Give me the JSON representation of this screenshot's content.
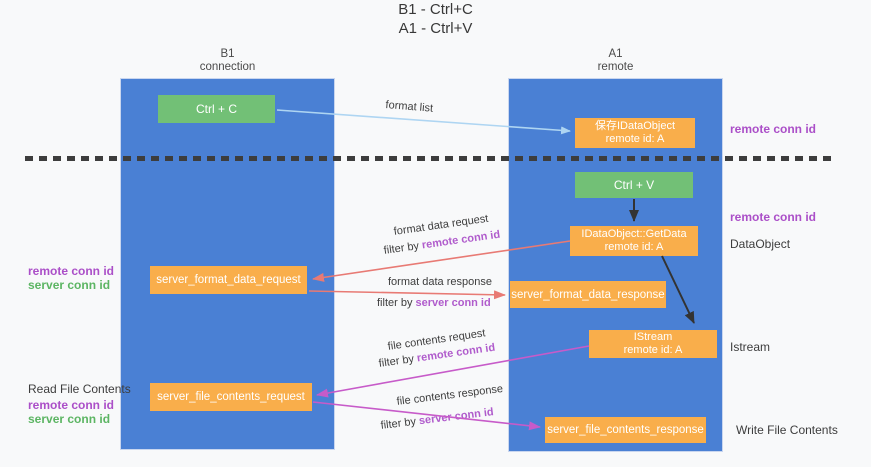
{
  "title": {
    "line1": "B1 - Ctrl+C",
    "line2": "A1 - Ctrl+V"
  },
  "lifelines": {
    "b1": {
      "name": "B1",
      "role": "connection"
    },
    "a1": {
      "name": "A1",
      "role": "remote"
    }
  },
  "nodes": {
    "ctrl_c": {
      "label": "Ctrl + C"
    },
    "ctrl_v": {
      "label": "Ctrl + V"
    },
    "save_idataobject": {
      "line1": "保存IDataObject",
      "line2": "remote id: A"
    },
    "getdata": {
      "line1": "IDataObject::GetData",
      "line2": "remote id: A"
    },
    "istream": {
      "line1": "IStream",
      "line2": "remote id: A"
    },
    "server_format_data_request": {
      "label": "server_format_data_request"
    },
    "server_format_data_response": {
      "label": "server_format_data_response"
    },
    "server_file_contents_request": {
      "label": "server_file_contents_request"
    },
    "server_file_contents_response": {
      "label": "server_file_contents_response"
    }
  },
  "right_labels": {
    "remote_conn_id_top": "remote conn id",
    "remote_conn_id_mid": "remote conn id",
    "dataobject": "DataObject",
    "istream": "Istream",
    "write_file_contents": "Write File Contents"
  },
  "left_labels": {
    "remote_conn_id_format": "remote conn id",
    "server_conn_id_format": "server conn id",
    "read_file_contents": "Read File Contents",
    "remote_conn_id_file": "remote conn id",
    "server_conn_id_file": "server conn id"
  },
  "arrow_labels": {
    "format_list": "format list",
    "format_data_request": "format data request",
    "format_data_request_filter": {
      "prefix": "filter by ",
      "highlight": "remote conn id"
    },
    "format_data_response": "format data response",
    "format_data_response_filter": {
      "prefix": "filter by ",
      "highlight": "server conn id"
    },
    "file_contents_request": "file contents request",
    "file_contents_request_filter": {
      "prefix": "filter by ",
      "highlight": "remote conn id"
    },
    "file_contents_response": "file contents response",
    "file_contents_response_filter": {
      "prefix": "filter by ",
      "highlight": "server conn id"
    }
  },
  "colors": {
    "lifeline_blue": "#4a80d4",
    "action_green": "#72c076",
    "message_orange": "#f9ae4b",
    "format_list_arrow_blue": "#aed5f2",
    "format_arrow_salmon": "#e87a74",
    "file_arrow_magenta": "#c75bc9",
    "conn_id_purple": "#ab4fc8",
    "conn_id_green": "#5cb563",
    "dash_dark": "#3d3d3d"
  }
}
